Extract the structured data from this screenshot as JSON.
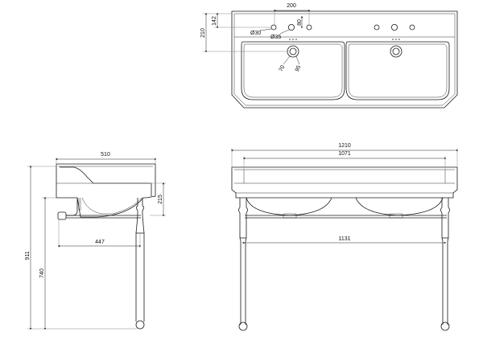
{
  "plan_view": {
    "overall_width": "200",
    "tap_offset": "80",
    "depth": "210",
    "tap_depth": "142",
    "hole_small": "Ø30",
    "hole_large": "Ø35",
    "waste_left": "70",
    "waste_right": "95"
  },
  "side_view": {
    "depth": "510",
    "basin_height": "215",
    "leg_offset": "447",
    "total_height": "911",
    "rim_height": "740"
  },
  "front_view": {
    "overall_width": "1210",
    "inner_width": "1071",
    "leg_span": "1131"
  }
}
